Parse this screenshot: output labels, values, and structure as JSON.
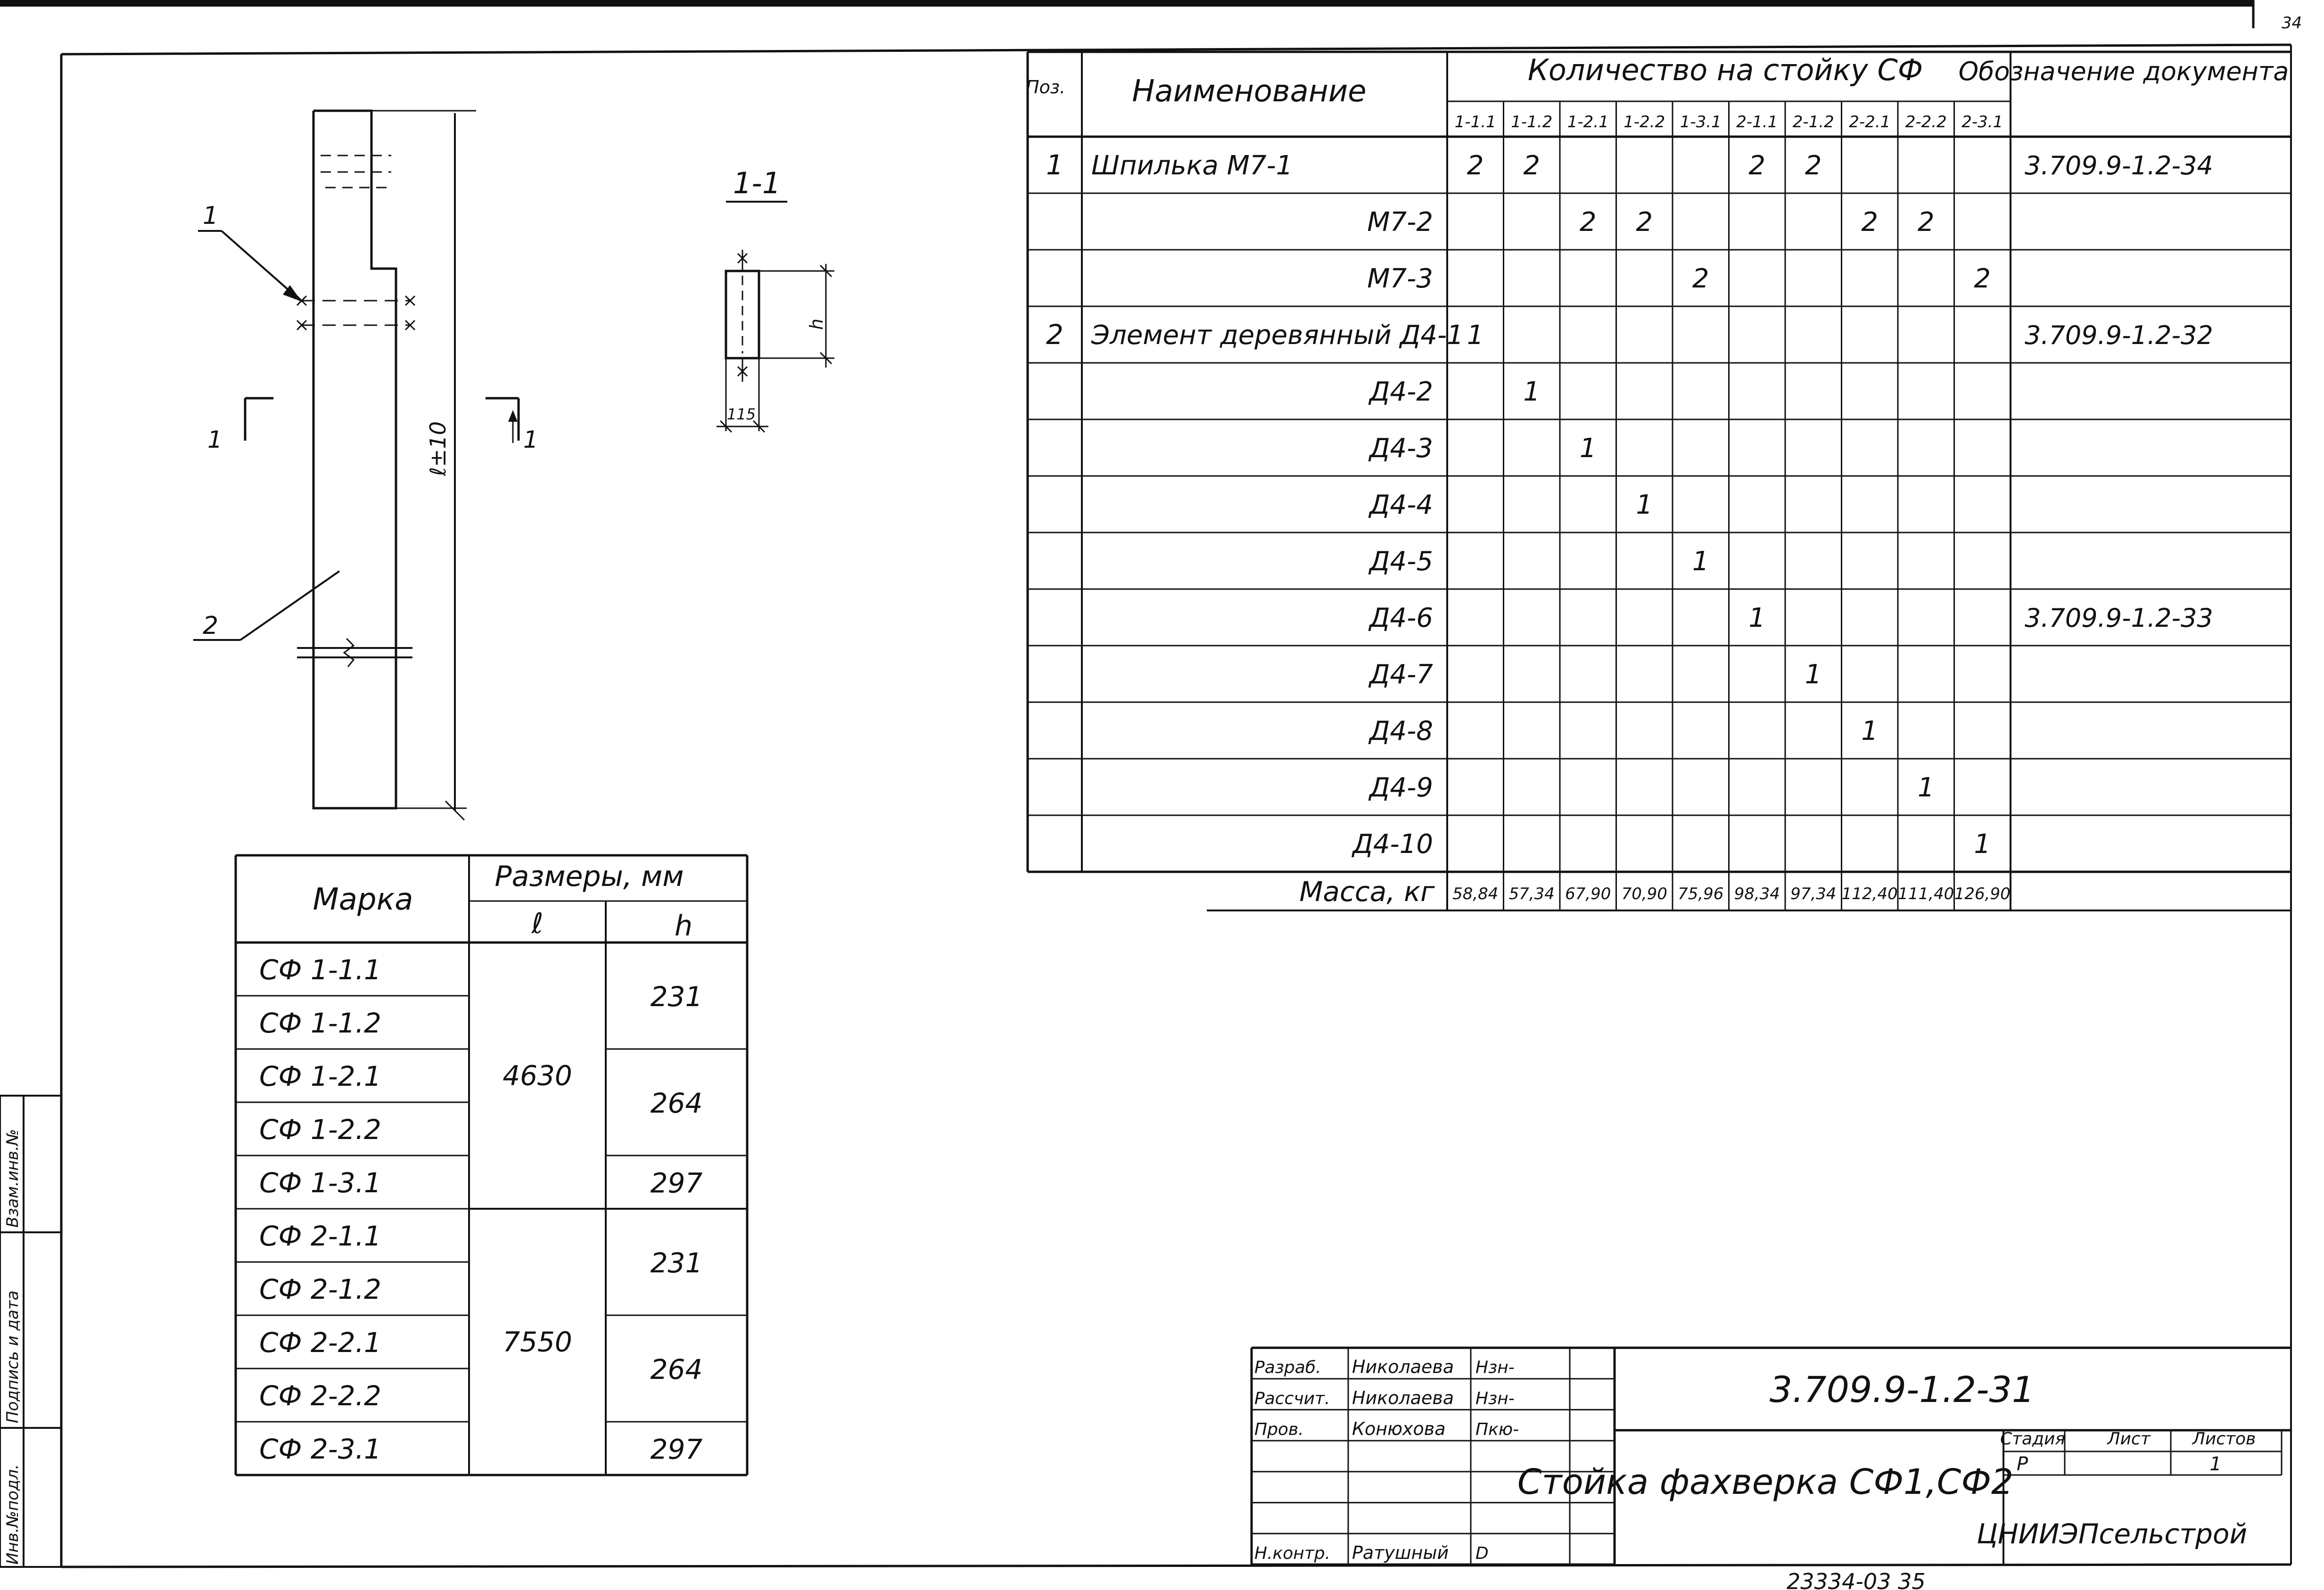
{
  "corner_number": "34",
  "bottom_number": "23334-03   35",
  "side_stamp": [
    "Инв.№подл.",
    "Подпись и дата",
    "Взам.инв.№"
  ],
  "drawing": {
    "leader_1": "1",
    "leader_2": "2",
    "section_marker": "1",
    "dimension_length": "ℓ±10",
    "section_title": "1-1",
    "section_h": "h",
    "section_width": "115"
  },
  "spec_table": {
    "headers": {
      "pos": "Поз.",
      "name": "Наименование",
      "quantity": "Количество на стойку СФ",
      "designation": "Обозначение документа"
    },
    "columns": [
      "1-1.1",
      "1-1.2",
      "1-2.1",
      "1-2.2",
      "1-3.1",
      "2-1.1",
      "2-1.2",
      "2-2.1",
      "2-2.2",
      "2-3.1"
    ],
    "rows": [
      {
        "pos": "1",
        "name": "Шпилька М7-1",
        "q": [
          "2",
          "2",
          "",
          "",
          "",
          "2",
          "2",
          "",
          "",
          ""
        ],
        "doc": "3.709.9-1.2-34"
      },
      {
        "pos": "",
        "name": "М7-2",
        "q": [
          "",
          "",
          "2",
          "2",
          "",
          "",
          "",
          "2",
          "2",
          ""
        ],
        "doc": ""
      },
      {
        "pos": "",
        "name": "М7-3",
        "q": [
          "",
          "",
          "",
          "",
          "2",
          "",
          "",
          "",
          "",
          "2"
        ],
        "doc": ""
      },
      {
        "pos": "2",
        "name": "Элемент деревянный Д4-1",
        "q": [
          "1",
          "",
          "",
          "",
          "",
          "",
          "",
          "",
          "",
          ""
        ],
        "doc": "3.709.9-1.2-32"
      },
      {
        "pos": "",
        "name": "Д4-2",
        "q": [
          "",
          "1",
          "",
          "",
          "",
          "",
          "",
          "",
          "",
          ""
        ],
        "doc": ""
      },
      {
        "pos": "",
        "name": "Д4-3",
        "q": [
          "",
          "",
          "1",
          "",
          "",
          "",
          "",
          "",
          "",
          ""
        ],
        "doc": ""
      },
      {
        "pos": "",
        "name": "Д4-4",
        "q": [
          "",
          "",
          "",
          "1",
          "",
          "",
          "",
          "",
          "",
          ""
        ],
        "doc": ""
      },
      {
        "pos": "",
        "name": "Д4-5",
        "q": [
          "",
          "",
          "",
          "",
          "1",
          "",
          "",
          "",
          "",
          ""
        ],
        "doc": ""
      },
      {
        "pos": "",
        "name": "Д4-6",
        "q": [
          "",
          "",
          "",
          "",
          "",
          "1",
          "",
          "",
          "",
          ""
        ],
        "doc": "3.709.9-1.2-33"
      },
      {
        "pos": "",
        "name": "Д4-7",
        "q": [
          "",
          "",
          "",
          "",
          "",
          "",
          "1",
          "",
          "",
          ""
        ],
        "doc": ""
      },
      {
        "pos": "",
        "name": "Д4-8",
        "q": [
          "",
          "",
          "",
          "",
          "",
          "",
          "",
          "1",
          "",
          ""
        ],
        "doc": ""
      },
      {
        "pos": "",
        "name": "Д4-9",
        "q": [
          "",
          "",
          "",
          "",
          "",
          "",
          "",
          "",
          "1",
          ""
        ],
        "doc": ""
      },
      {
        "pos": "",
        "name": "Д4-10",
        "q": [
          "",
          "",
          "",
          "",
          "",
          "",
          "",
          "",
          "",
          "1"
        ],
        "doc": ""
      }
    ],
    "mass_label": "Масса, кг",
    "mass": [
      "58,84",
      "57,34",
      "67,90",
      "70,90",
      "75,96",
      "98,34",
      "97,34",
      "112,40",
      "111,40",
      "126,90"
    ]
  },
  "size_table": {
    "header_mark": "Марка",
    "header_sizes": "Размеры, мм",
    "header_l": "ℓ",
    "header_h": "h",
    "marks": [
      "СФ 1-1.1",
      "СФ 1-1.2",
      "СФ 1-2.1",
      "СФ 1-2.2",
      "СФ 1-3.1",
      "СФ 2-1.1",
      "СФ 2-1.2",
      "СФ 2-2.1",
      "СФ 2-2.2",
      "СФ 2-3.1"
    ],
    "l_values": [
      "4630",
      "7550"
    ],
    "h_values": [
      "231",
      "264",
      "297",
      "231",
      "264",
      "297"
    ]
  },
  "title_block": {
    "roles": [
      {
        "role": "Разраб.",
        "name": "Николаева",
        "sign": "Нзн-"
      },
      {
        "role": "Рассчит.",
        "name": "Николаева",
        "sign": "Нзн-"
      },
      {
        "role": "Пров.",
        "name": "Конюхова",
        "sign": "Пкю-"
      },
      {
        "role": "",
        "name": "",
        "sign": ""
      },
      {
        "role": "",
        "name": "",
        "sign": ""
      },
      {
        "role": "",
        "name": "",
        "sign": ""
      },
      {
        "role": "Н.контр.",
        "name": "Ратушный",
        "sign": "D"
      }
    ],
    "doc_code": "3.709.9-1.2-31",
    "title": "Стойка фахверка СФ1,СФ2",
    "stage_label": "Стадия",
    "sheet_label": "Лист",
    "sheets_label": "Листов",
    "stage": "Р",
    "sheet": "",
    "sheets": "1",
    "org": "ЦНИИЭПсельстрой"
  }
}
